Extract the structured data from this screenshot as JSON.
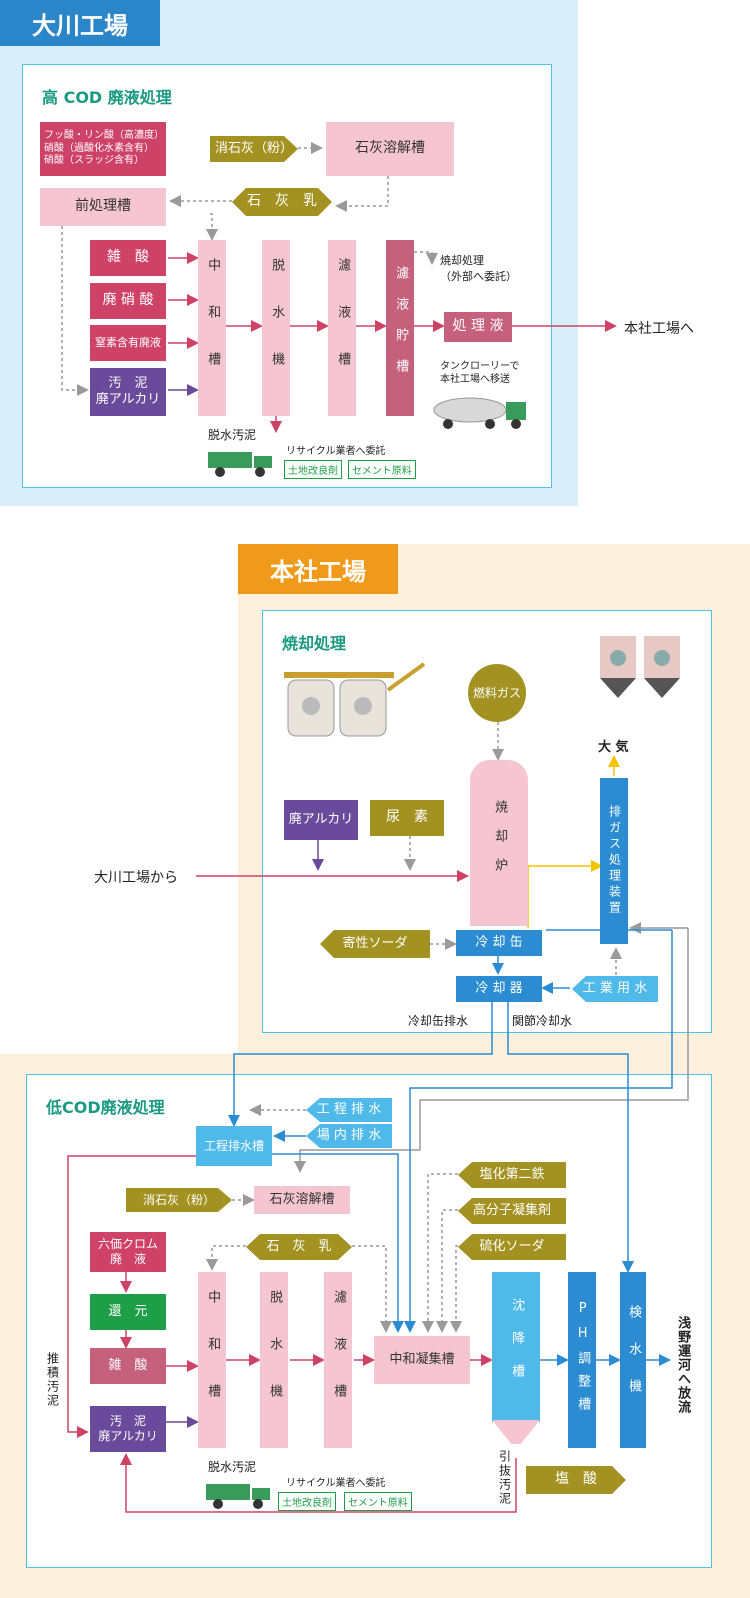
{
  "colors": {
    "pink": "#f5c6d1",
    "red": "#cf4267",
    "purple": "#6a4a9b",
    "olive": "#a39222",
    "blue": "#2b8cd2",
    "sky": "#4fb9ea",
    "green": "#1e9e47"
  },
  "okawa": {
    "title": "大川工場",
    "section": "高 COD 廃液処理",
    "acid_list": [
      "フッ酸・リン酸（高濃度）",
      "硝酸（過酸化水素含有）",
      "硝酸（スラッジ含有）"
    ],
    "slaked_lime": "消石灰（粉）",
    "lime_tank": "石灰溶解槽",
    "pretreat": "前処理槽",
    "lime_milk": "石　灰　乳",
    "inputs": [
      "雑　酸",
      "廃 硝 酸",
      "窒素含有廃液",
      "汚　泥\n廃アルカリ"
    ],
    "columns": [
      "中和槽",
      "脱水機",
      "濾液槽",
      "濾液貯槽"
    ],
    "incinerate": "焼却処理\n（外部へ委託）",
    "treated": "処 理 液",
    "to_head": "本社工場へ",
    "tanker_note": "タンクローリーで\n本社工場へ移送",
    "sludge": "脱水汚泥",
    "recycle": "リサイクル業者へ委託",
    "tags": [
      "土地改良剤",
      "セメント原料"
    ]
  },
  "honsha": {
    "title": "本社工場",
    "section": "焼却処理",
    "fuel_gas": "燃料ガス",
    "atmosphere": "大 気",
    "waste_alkali": "廃アルカリ",
    "urea": "尿　素",
    "from_okawa": "大川工場から",
    "furnace": "焼却炉",
    "exhaust": "排ガス処理装置",
    "caustic": "寄性ソーダ",
    "quench": "冷 却 缶",
    "cooler": "冷 却 器",
    "industrial_water": "工 業 用 水",
    "quench_drain": "冷却缶排水",
    "joint_cooling": "関節冷却水"
  },
  "low_cod": {
    "section": "低COD廃液処理",
    "process_drain": "工 程 排 水",
    "plant_drain": "場 内 排 水",
    "drain_tank": "工程排水槽",
    "slaked_lime": "消石灰（粉）",
    "lime_tank": "石灰溶解槽",
    "ferric": "塩化第二鉄",
    "polymer": "高分子凝集剤",
    "soda_sulfide": "硫化ソーダ",
    "lime_milk": "石　灰　乳",
    "chromium": "六価クロム\n廃　液",
    "reduce": "還　元",
    "misc_acid": "雑　酸",
    "sludge_alkali": "汚　泥\n廃アルカリ",
    "columns": [
      "中和槽",
      "脱水機",
      "濾液槽"
    ],
    "coag": "中和凝集槽",
    "settle": "沈降槽",
    "ph": "PH調整槽",
    "inspect": "検水機",
    "discharge": "浅野運河へ放流",
    "deposited": "推積汚泥",
    "withdrawn": "引抜汚泥",
    "hcl": "塩　酸",
    "sludge": "脱水汚泥",
    "recycle": "リサイクル業者へ委託",
    "tags": [
      "土地改良剤",
      "セメント原料"
    ]
  }
}
